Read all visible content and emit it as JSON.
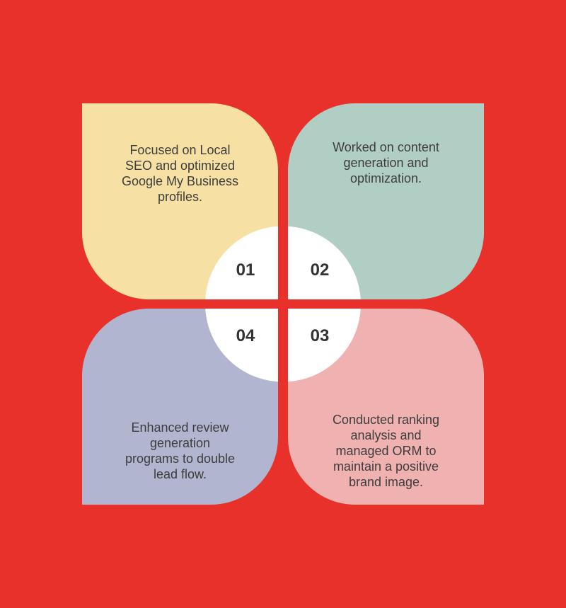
{
  "colors": {
    "background": "#e8312b",
    "center": "#ffffff",
    "petal_1": "#f7e0a3",
    "petal_2": "#b1cec4",
    "petal_3": "#f0b1b1",
    "petal_4": "#b1b5cf"
  },
  "items": [
    {
      "number": "01",
      "text": "Focused on Local\nSEO and optimized\nGoogle My Business\nprofiles."
    },
    {
      "number": "02",
      "text": "Worked on content\ngeneration and\noptimization."
    },
    {
      "number": "03",
      "text": "Conducted ranking\nanalysis and\nmanaged ORM to\nmaintain a positive\nbrand image."
    },
    {
      "number": "04",
      "text": "Enhanced review\ngeneration\nprograms to double\nlead flow."
    }
  ]
}
